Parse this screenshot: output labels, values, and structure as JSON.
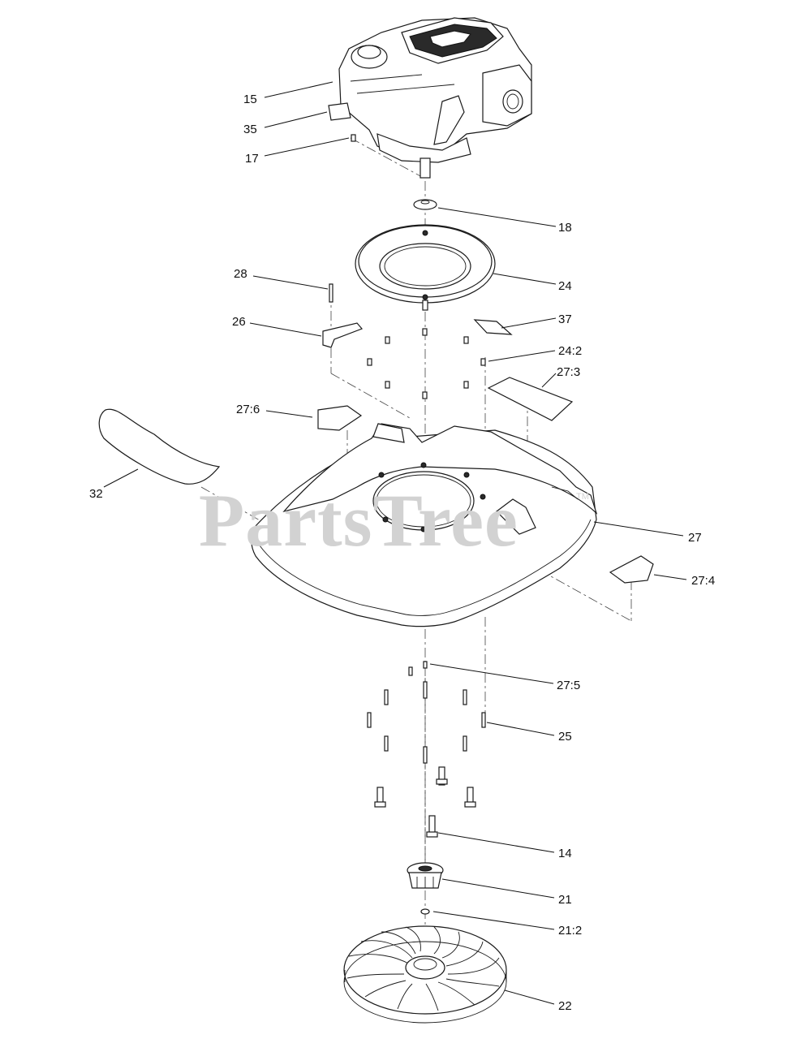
{
  "diagram": {
    "watermark": {
      "text": "PartsTree",
      "trademark": "TM"
    },
    "callouts": [
      {
        "id": "15",
        "label": "15"
      },
      {
        "id": "35",
        "label": "35"
      },
      {
        "id": "17",
        "label": "17"
      },
      {
        "id": "18",
        "label": "18"
      },
      {
        "id": "28",
        "label": "28"
      },
      {
        "id": "24",
        "label": "24"
      },
      {
        "id": "26",
        "label": "26"
      },
      {
        "id": "37",
        "label": "37"
      },
      {
        "id": "24-2",
        "label": "24:2"
      },
      {
        "id": "27-3",
        "label": "27:3"
      },
      {
        "id": "27-6",
        "label": "27:6"
      },
      {
        "id": "32",
        "label": "32"
      },
      {
        "id": "27",
        "label": "27"
      },
      {
        "id": "27-4",
        "label": "27:4"
      },
      {
        "id": "27-5",
        "label": "27:5"
      },
      {
        "id": "25",
        "label": "25"
      },
      {
        "id": "14",
        "label": "14"
      },
      {
        "id": "21",
        "label": "21"
      },
      {
        "id": "21-2",
        "label": "21:2"
      },
      {
        "id": "22",
        "label": "22"
      }
    ]
  }
}
